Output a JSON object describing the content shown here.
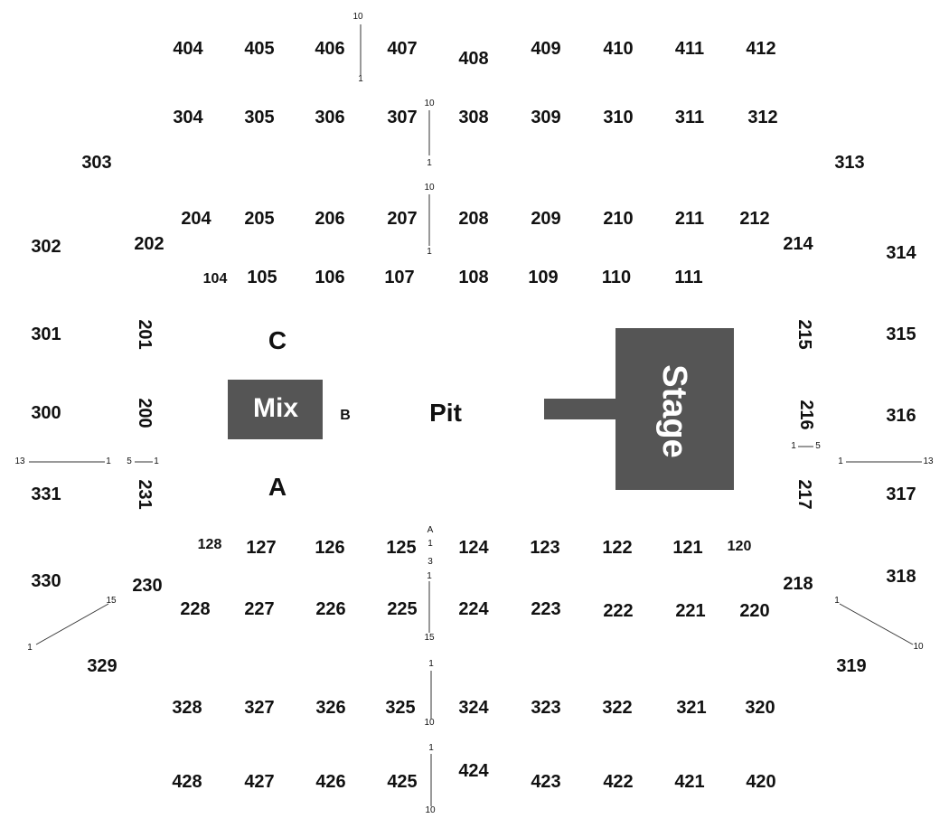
{
  "venue": {
    "pit_label": "Pit",
    "stage_label": "Stage",
    "mix_label": "Mix",
    "floor_labels": {
      "c": "C",
      "a": "A",
      "b": "B"
    },
    "colors": {
      "block": "#555555",
      "text": "#111111",
      "background": "#ffffff"
    }
  },
  "sections": [
    "404",
    "405",
    "406",
    "407",
    "408",
    "409",
    "410",
    "411",
    "412",
    "304",
    "305",
    "306",
    "307",
    "308",
    "309",
    "310",
    "311",
    "312",
    "303",
    "313",
    "204",
    "205",
    "206",
    "207",
    "208",
    "209",
    "210",
    "211",
    "212",
    "302",
    "202",
    "214",
    "314",
    "104",
    "105",
    "106",
    "107",
    "108",
    "109",
    "110",
    "111",
    "301",
    "201",
    "215",
    "315",
    "300",
    "200",
    "216",
    "316",
    "331",
    "231",
    "217",
    "317",
    "128",
    "127",
    "126",
    "125",
    "124",
    "123",
    "122",
    "121",
    "120",
    "330",
    "230",
    "218",
    "318",
    "228",
    "227",
    "226",
    "225",
    "224",
    "223",
    "222",
    "221",
    "220",
    "329",
    "319",
    "328",
    "327",
    "326",
    "325",
    "324",
    "323",
    "322",
    "321",
    "320",
    "428",
    "427",
    "426",
    "425",
    "424",
    "423",
    "422",
    "421",
    "420"
  ],
  "row_labels": [
    "10",
    "1",
    "10",
    "1",
    "10",
    "1",
    "13",
    "1",
    "5",
    "1",
    "1",
    "5",
    "1",
    "13",
    "A",
    "1",
    "3",
    "1",
    "15",
    "1",
    "15",
    "1",
    "10",
    "1",
    "10",
    "1",
    "10"
  ]
}
